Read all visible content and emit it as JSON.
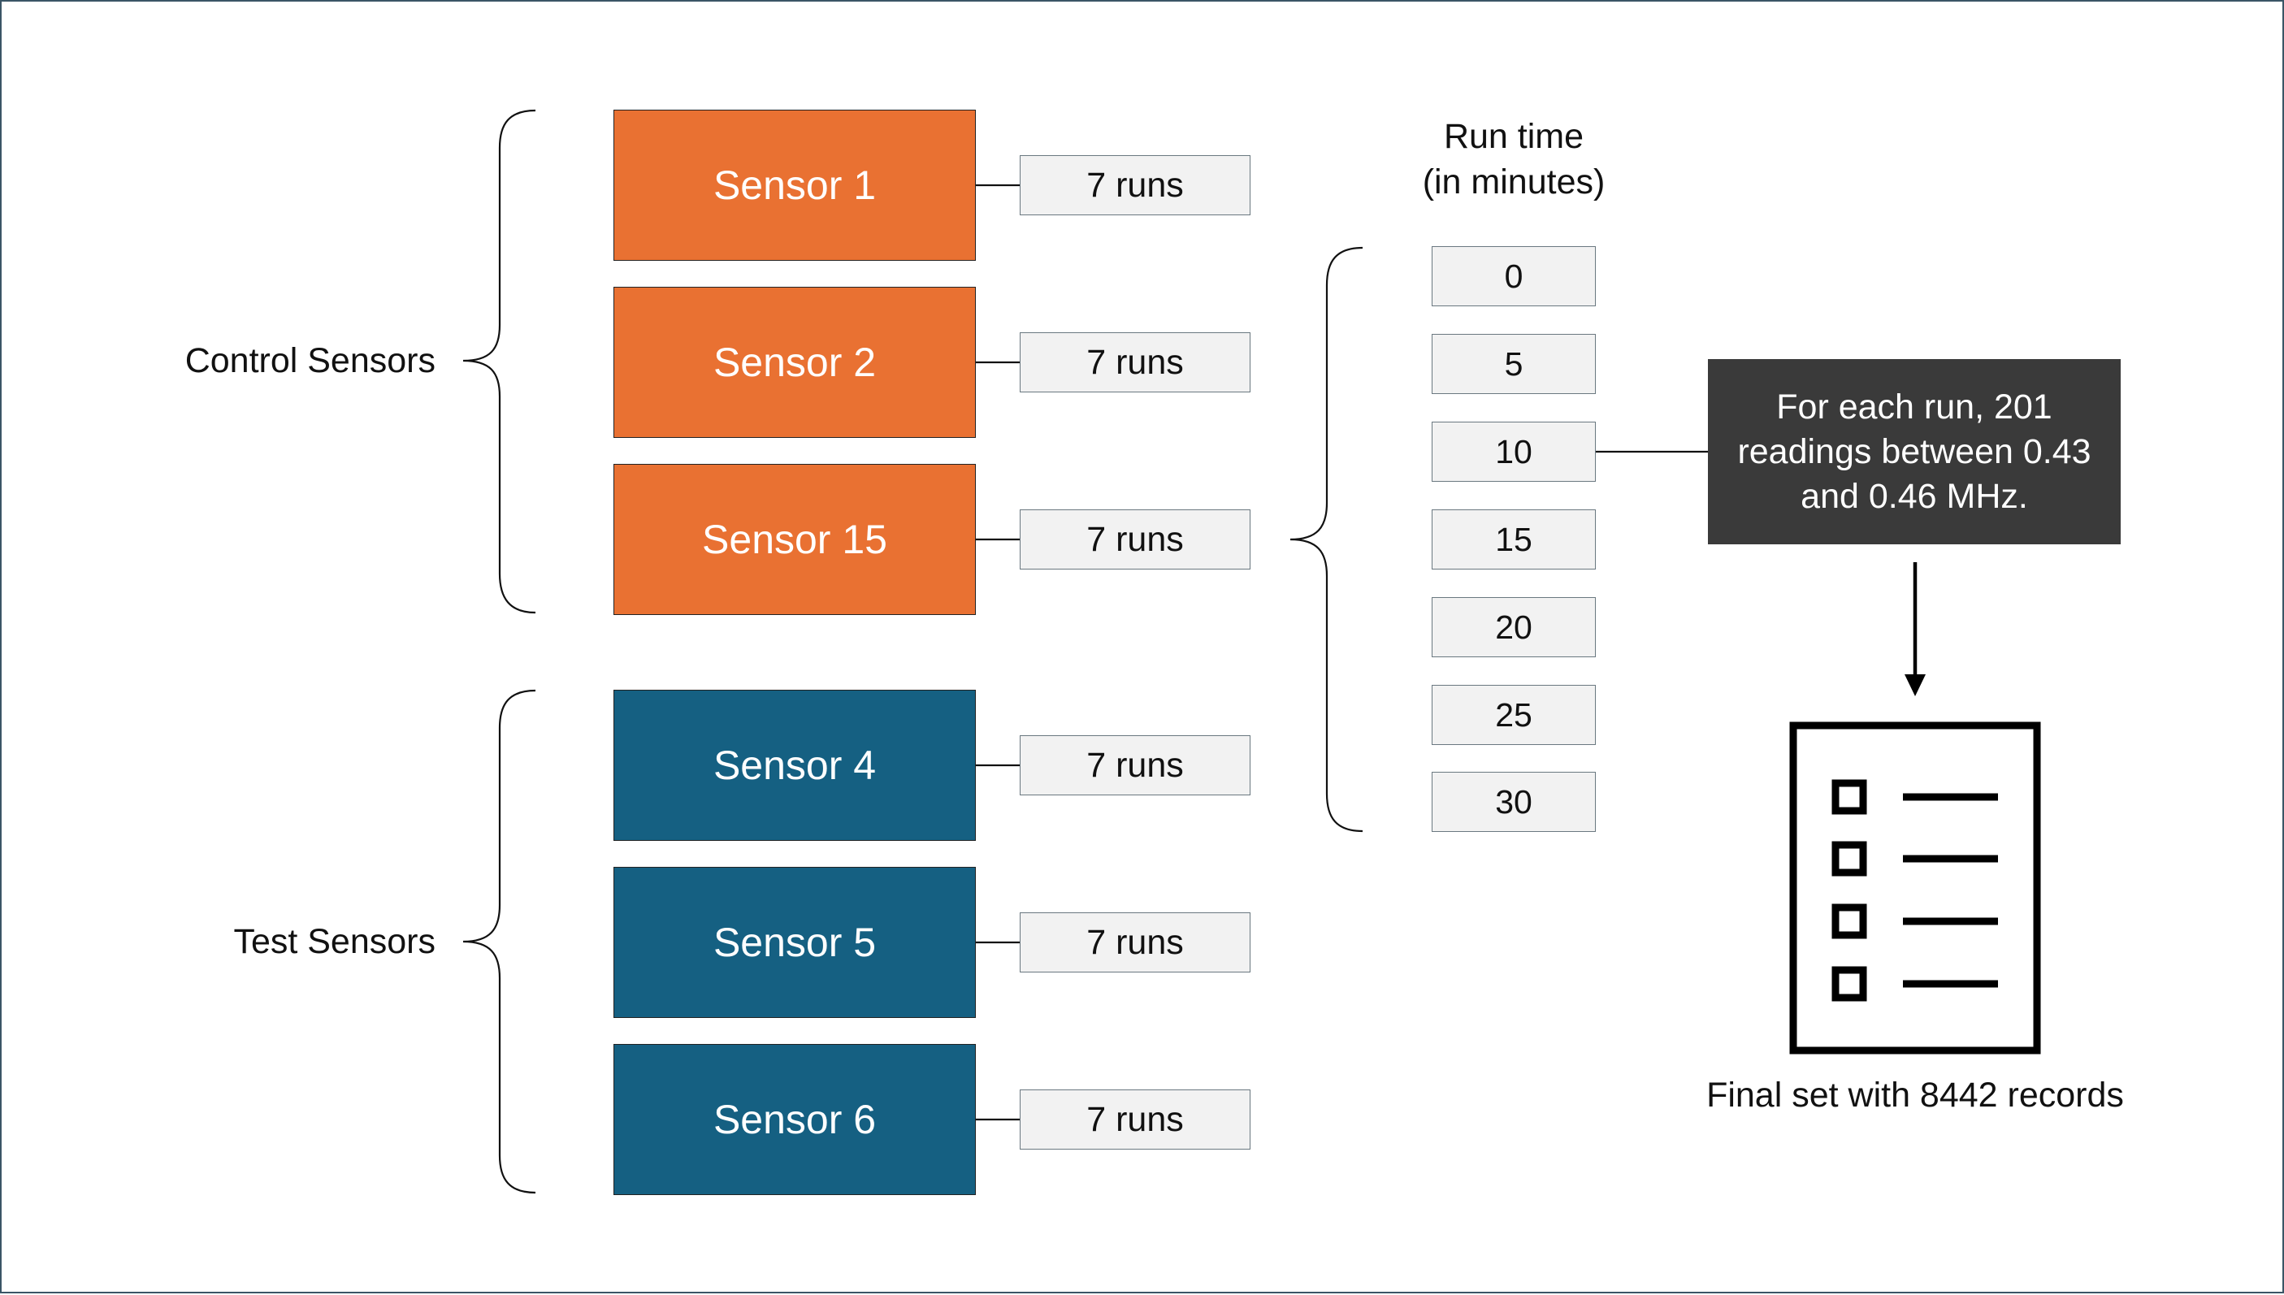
{
  "groups": [
    {
      "label": "Control Sensors",
      "kind": "control",
      "color": "#e97132",
      "sensors": [
        {
          "name": "Sensor 1",
          "runs": "7 runs"
        },
        {
          "name": "Sensor 2",
          "runs": "7 runs"
        },
        {
          "name": "Sensor 15",
          "runs": "7 runs"
        }
      ]
    },
    {
      "label": "Test Sensors",
      "kind": "test",
      "color": "#156082",
      "sensors": [
        {
          "name": "Sensor 4",
          "runs": "7 runs"
        },
        {
          "name": "Sensor 5",
          "runs": "7 runs"
        },
        {
          "name": "Sensor 6",
          "runs": "7 runs"
        }
      ]
    }
  ],
  "run_time": {
    "title_line1": "Run time",
    "title_line2": "(in minutes)",
    "times": [
      "0",
      "5",
      "10",
      "15",
      "20",
      "25",
      "30"
    ]
  },
  "readings": {
    "text": "For each run, 201 readings between 0.43 and 0.46 MHz.",
    "background": "#3a3a3a"
  },
  "final": {
    "icon": "checklist-document-icon",
    "label": "Final set with 8442 records"
  }
}
